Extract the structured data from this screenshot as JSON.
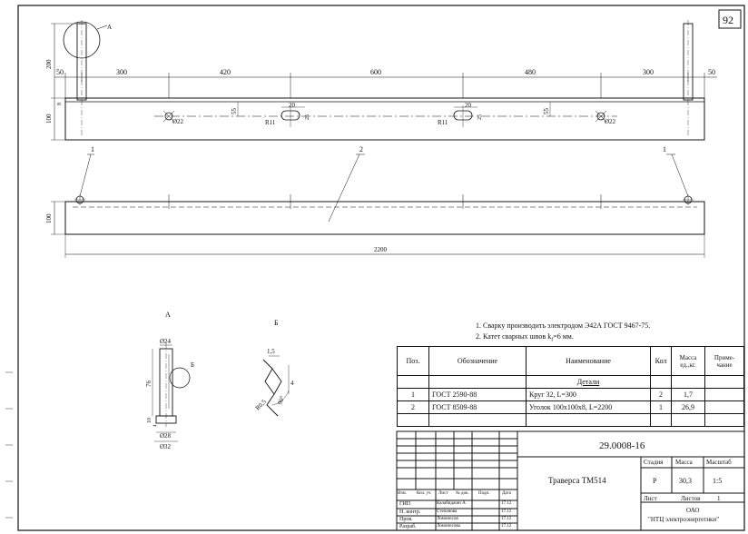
{
  "sheet_number": "92",
  "top_view": {
    "callout_a": "А",
    "dims_top": [
      "50",
      "300",
      "420",
      "600",
      "480",
      "300",
      "50"
    ],
    "dim_height_200": "200",
    "dim_height_100": "100",
    "dim_8": "8",
    "dim_55_left": "55",
    "dim_55_right": "55",
    "hole_d22_left": "Ø22",
    "hole_d22_right": "Ø22",
    "slot_r11_left": "R11",
    "slot_r11_right": "R11",
    "slot_20_left": "20",
    "slot_20_right": "20",
    "slot_25_left": "25",
    "slot_25_right": "25"
  },
  "front_view": {
    "pos_1_left": "1",
    "pos_2": "2",
    "pos_1_right": "1",
    "dim_100": "100",
    "dim_2200": "2200"
  },
  "detail_a": {
    "title": "А",
    "d24": "Ø24",
    "h76": "76",
    "callout_b": "Б",
    "d28": "Ø28",
    "d32": "Ø32",
    "dim_10": "10",
    "dim_4_small": "4"
  },
  "detail_b": {
    "title": "Б",
    "dim_1_5": "1,5",
    "dim_4": "4",
    "r0_5": "R0,5",
    "angle_90": "90°"
  },
  "notes": [
    "1. Сварку производить электродом Э42А ГОСТ 9467-75.",
    "2. Катет сварных швов k",
    "=6 мм."
  ],
  "note2_sub": "f",
  "spec": {
    "headers": [
      "Поз.",
      "Обозначение",
      "Наименование",
      "Кол",
      "Масса ед.,кг.",
      "Приме-чание"
    ],
    "section": "Детали",
    "rows": [
      {
        "pos": "1",
        "designation": "ГОСТ 2590-88",
        "name": "Круг 32, L=300",
        "qty": "2",
        "mass": "1,7",
        "note": ""
      },
      {
        "pos": "2",
        "designation": "ГОСТ 8509-88",
        "name": "Уголок 100х100х8,  L=2200",
        "qty": "1",
        "mass": "26,9",
        "note": ""
      }
    ]
  },
  "title_block": {
    "doc_number": "29.0008-16",
    "product_name": "Траверса ТМ514",
    "col_headers": [
      "Изм.",
      "Кол. уч",
      "Лист",
      "№ док.",
      "Подп.",
      "Дата"
    ],
    "stage_label": "Стадия",
    "mass_label": "Масса",
    "scale_label": "Масштаб",
    "stage": "Р",
    "mass": "30,3",
    "scale": "1:5",
    "sheet_label": "Лист",
    "sheets_label": "Листов",
    "sheets": "1",
    "org_line1": "ОАО",
    "org_line2": "\"НТЦ электроэнергетики\"",
    "signers": [
      {
        "role": "ГИП",
        "name": "Калабиджин А.",
        "date": "17.12"
      },
      {
        "role": "Н. контр.",
        "name": "Степанова",
        "date": "17.12"
      },
      {
        "role": "Пров.",
        "name": "Ломоносов",
        "date": "17.12"
      },
      {
        "role": "Разраб.",
        "name": "Ломоносова",
        "date": "17.12"
      }
    ]
  }
}
